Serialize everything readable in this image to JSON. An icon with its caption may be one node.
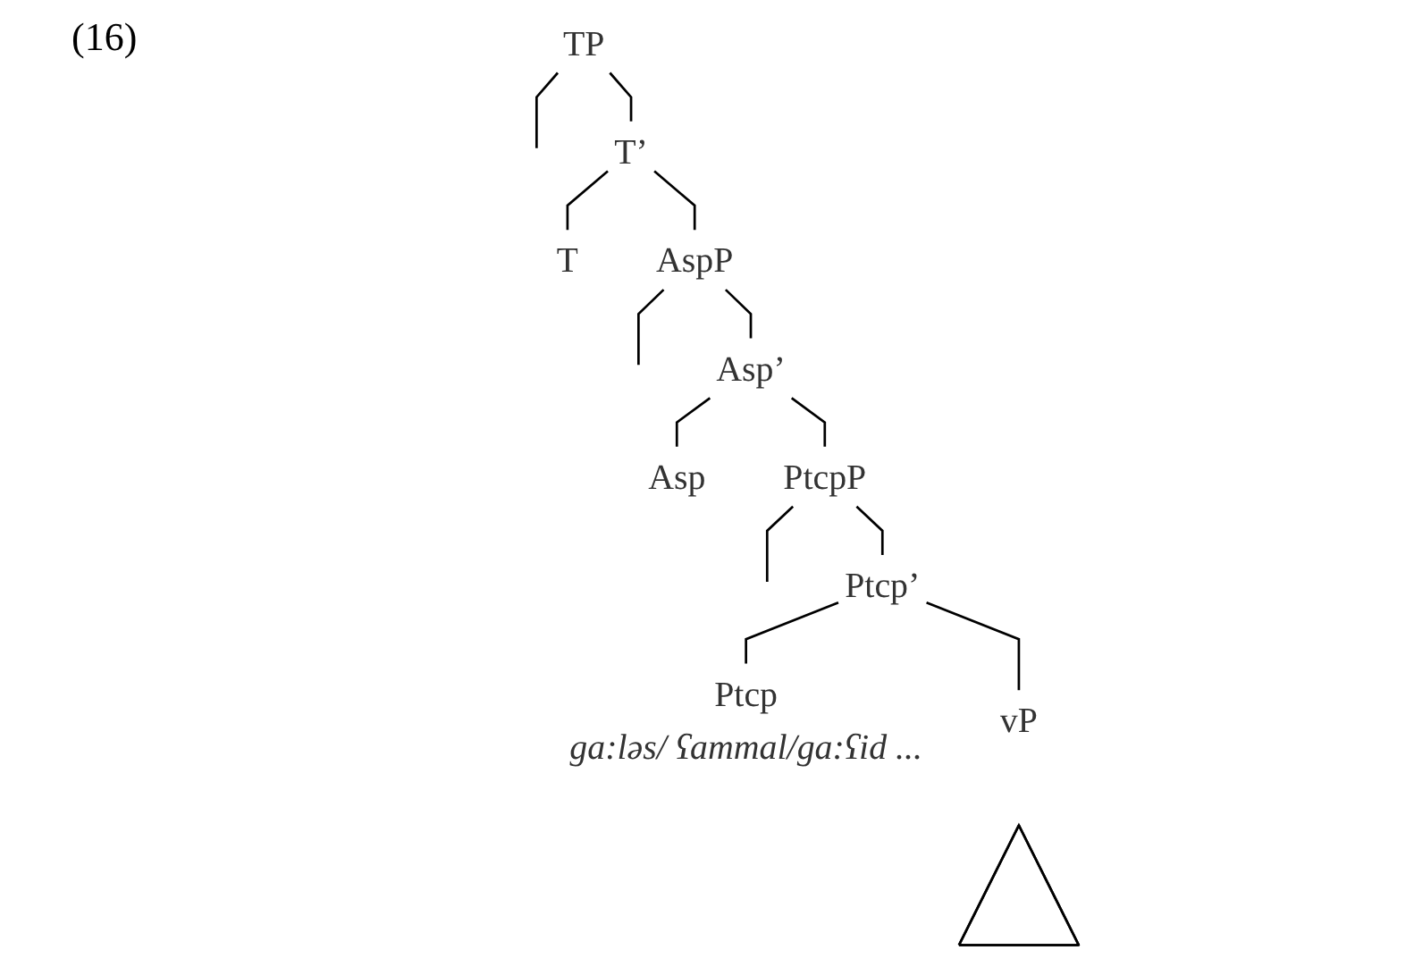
{
  "diagram": {
    "nodes": [
      {
        "text": [
          "TP"
        ]
      },
      {
        "text": [
          "T’"
        ]
      },
      {
        "text": [
          "T"
        ]
      },
      {
        "text": [
          "AspP"
        ]
      },
      {
        "text": [
          "Asp’"
        ]
      },
      {
        "text": [
          "Asp"
        ]
      },
      {
        "text": [
          "PtcpP"
        ]
      },
      {
        "text": [
          "Ptcp’"
        ]
      },
      {
        "text": [
          "Ptcp"
        ],
        "beside": [
          "ga:ləs/ ʕammal/ga:ʕid ..."
        ]
      },
      {
        "text": [
          "vP"
        ]
      },
      {
        "text": [],
        "shape": "triangle"
      }
    ],
    "edges": [
      {
        "from": 0,
        "to": null,
        "arrow": "none"
      },
      {
        "from": 0,
        "to": 1,
        "arrow": "none"
      },
      {
        "from": 1,
        "to": 2,
        "arrow": "none"
      },
      {
        "from": 1,
        "to": 3,
        "arrow": "none"
      },
      {
        "from": 3,
        "to": null,
        "arrow": "none"
      },
      {
        "from": 3,
        "to": 4,
        "arrow": "none"
      },
      {
        "from": 4,
        "to": 5,
        "arrow": "none"
      },
      {
        "from": 4,
        "to": 6,
        "arrow": "none"
      },
      {
        "from": 6,
        "to": null,
        "arrow": "none"
      },
      {
        "from": 6,
        "to": 7,
        "arrow": "none"
      },
      {
        "from": 7,
        "to": 8,
        "arrow": "none"
      },
      {
        "from": 7,
        "to": 9,
        "arrow": "none"
      }
    ],
    "labels": [
      "(16)"
    ]
  }
}
